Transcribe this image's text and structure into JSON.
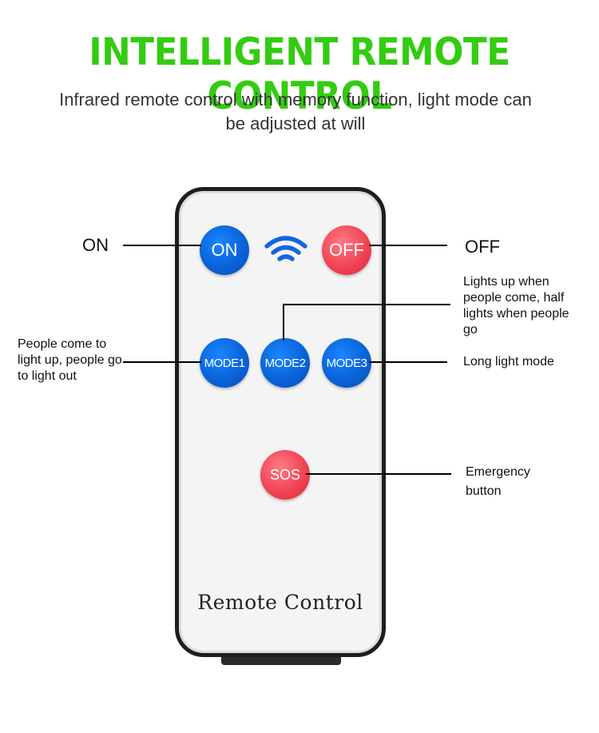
{
  "headline": "INTELLIGENT REMOTE CONTROL",
  "subtitle": "Infrared remote control with memory function, light mode can be adjusted at will",
  "remote": {
    "label": "Remote Control",
    "buttons": {
      "on": "ON",
      "off": "OFF",
      "mode1": "MODE1",
      "mode2": "MODE2",
      "mode3": "MODE3",
      "sos": "SOS"
    },
    "signal_icon": "wifi-signal-icon"
  },
  "callouts": {
    "on": "ON",
    "off": "OFF",
    "mode1": "People come to light up, people go to light out",
    "mode2": "Lights up when people come, half lights when people go",
    "mode3": "Long light mode",
    "sos": "Emergency button"
  },
  "colors": {
    "headline": "#33cc11",
    "blue_button": "#0a63d8",
    "red_button": "#f0404f",
    "remote_body": "#f4f4f4",
    "remote_border": "#1e1e1e"
  }
}
